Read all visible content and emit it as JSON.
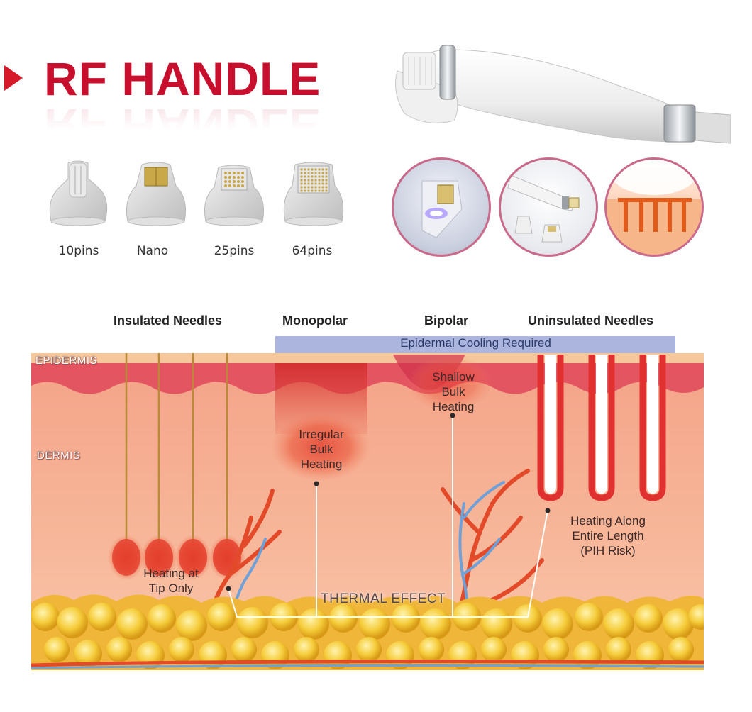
{
  "title": "RF HANDLE",
  "tips": [
    {
      "label": "10pins"
    },
    {
      "label": "Nano"
    },
    {
      "label": "25pins"
    },
    {
      "label": "64pins"
    }
  ],
  "diagram": {
    "headings": {
      "insulated": "Insulated Needles",
      "monopolar": "Monopolar",
      "bipolar": "Bipolar",
      "uninsulated": "Uninsulated Needles"
    },
    "cooling_label": "Epidermal Cooling Required",
    "layers": {
      "epidermis": "EPIDERMIS",
      "dermis": "DERMIS"
    },
    "callouts": {
      "tip_heating_line1": "Heating at",
      "tip_heating_line2": "Tip Only",
      "irregular_line1": "Irregular",
      "irregular_line2": "Bulk",
      "irregular_line3": "Heating",
      "shallow_line1": "Shallow",
      "shallow_line2": "Bulk",
      "shallow_line3": "Heating",
      "along_line1": "Heating Along",
      "along_line2": "Entire Length",
      "along_line3": "(PIH Risk)"
    },
    "thermal_effect": "THERMAL EFFECT"
  }
}
